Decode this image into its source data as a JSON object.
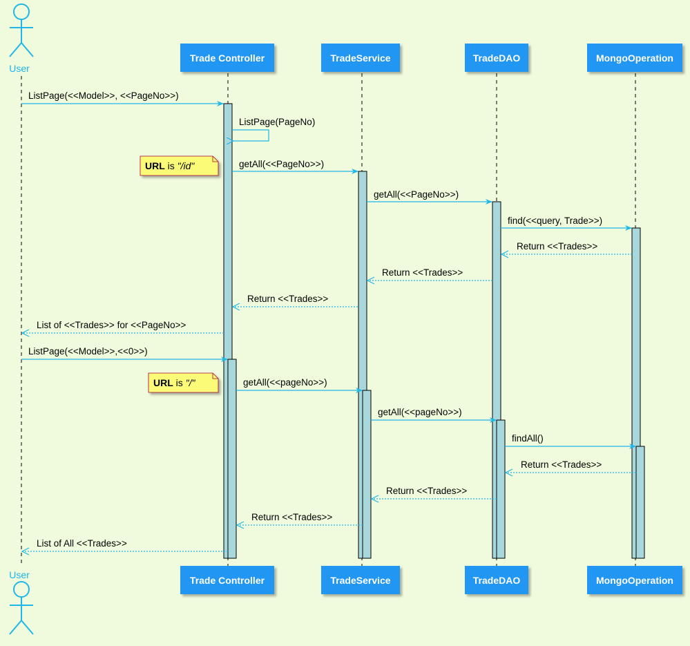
{
  "diagram": {
    "actor": {
      "name": "User"
    },
    "participants": [
      {
        "id": "controller",
        "name": "Trade Controller"
      },
      {
        "id": "service",
        "name": "TradeService"
      },
      {
        "id": "dao",
        "name": "TradeDAO"
      },
      {
        "id": "mongo",
        "name": "MongoOperation"
      }
    ],
    "messages": [
      {
        "label": "ListPage(<<Model>>, <<PageNo>>)",
        "from": "user",
        "to": "controller",
        "kind": "call"
      },
      {
        "label": "ListPage(PageNo)",
        "from": "controller",
        "to": "controller",
        "kind": "self"
      },
      {
        "label": "getAll(<<PageNo>>)",
        "from": "controller",
        "to": "service",
        "kind": "call"
      },
      {
        "label": "getAll(<<PageNo>>)",
        "from": "service",
        "to": "dao",
        "kind": "call"
      },
      {
        "label": "find(<<query, Trade>>)",
        "from": "dao",
        "to": "mongo",
        "kind": "call"
      },
      {
        "label": "Return <<Trades>>",
        "from": "mongo",
        "to": "dao",
        "kind": "return"
      },
      {
        "label": "Return <<Trades>>",
        "from": "dao",
        "to": "service",
        "kind": "return"
      },
      {
        "label": "Return <<Trades>>",
        "from": "service",
        "to": "controller",
        "kind": "return"
      },
      {
        "label": "List of <<Trades>> for <<PageNo>>",
        "from": "controller",
        "to": "user",
        "kind": "return"
      },
      {
        "label": "ListPage(<<Model>>,<<0>>)",
        "from": "user",
        "to": "controller",
        "kind": "call"
      },
      {
        "label": "getAll(<<pageNo>>)",
        "from": "controller",
        "to": "service",
        "kind": "call"
      },
      {
        "label": "getAll(<<pageNo>>)",
        "from": "service",
        "to": "dao",
        "kind": "call"
      },
      {
        "label": "findAll()",
        "from": "dao",
        "to": "mongo",
        "kind": "call"
      },
      {
        "label": "Return <<Trades>>",
        "from": "mongo",
        "to": "dao",
        "kind": "return"
      },
      {
        "label": "Return <<Trades>>",
        "from": "dao",
        "to": "service",
        "kind": "return"
      },
      {
        "label": "Return <<Trades>>",
        "from": "service",
        "to": "controller",
        "kind": "return"
      },
      {
        "label": "List of All <<Trades>>",
        "from": "controller",
        "to": "user",
        "kind": "return"
      }
    ],
    "notes": [
      {
        "bold": "URL",
        "mid": " is ",
        "italic": "\"/id\""
      },
      {
        "bold": "URL",
        "mid": " is ",
        "italic": "\"/\""
      }
    ],
    "colors": {
      "background": "#F0FADC",
      "participant_fill": "#2196F3",
      "participant_text": "#FFFFFF",
      "actor": "#1FB7E8",
      "arrow": "#1FB7E8",
      "activation_fill": "#A8D8DC",
      "note_fill": "#FBFB77"
    }
  }
}
